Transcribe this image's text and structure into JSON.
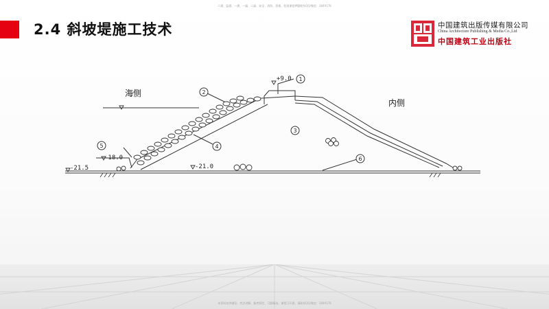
{
  "watermarks": {
    "top": "二建、监理、一建、一级、二级、安全、消防、资格、检测课程押题联系QQ/微信：3849178",
    "bottom": "本资料仅供辅导、考点讲解、备考经验、习题精选，课程已开通，请联系QQ/微信：3849178"
  },
  "slide": {
    "title": "2.4 斜坡堤施工技术",
    "accent_color": "#e50012"
  },
  "publisher": {
    "name_cn": "中国建筑出版传媒有限公司",
    "name_en": "China Architecture Publishing & Media Co.,Ltd",
    "name_cn_calligraphy": "中国建筑工业出版社",
    "brand_color": "#c00012"
  },
  "diagram": {
    "label_sea_side": "海侧",
    "label_inner_side": "内侧",
    "elevation_top": "+9.0",
    "elevation_toe_sea": "-18.0",
    "elevation_seabed_left": "-21.5",
    "elevation_seabed_mid": "-21.0",
    "callouts": [
      "1",
      "2",
      "3",
      "4",
      "5",
      "6"
    ]
  }
}
